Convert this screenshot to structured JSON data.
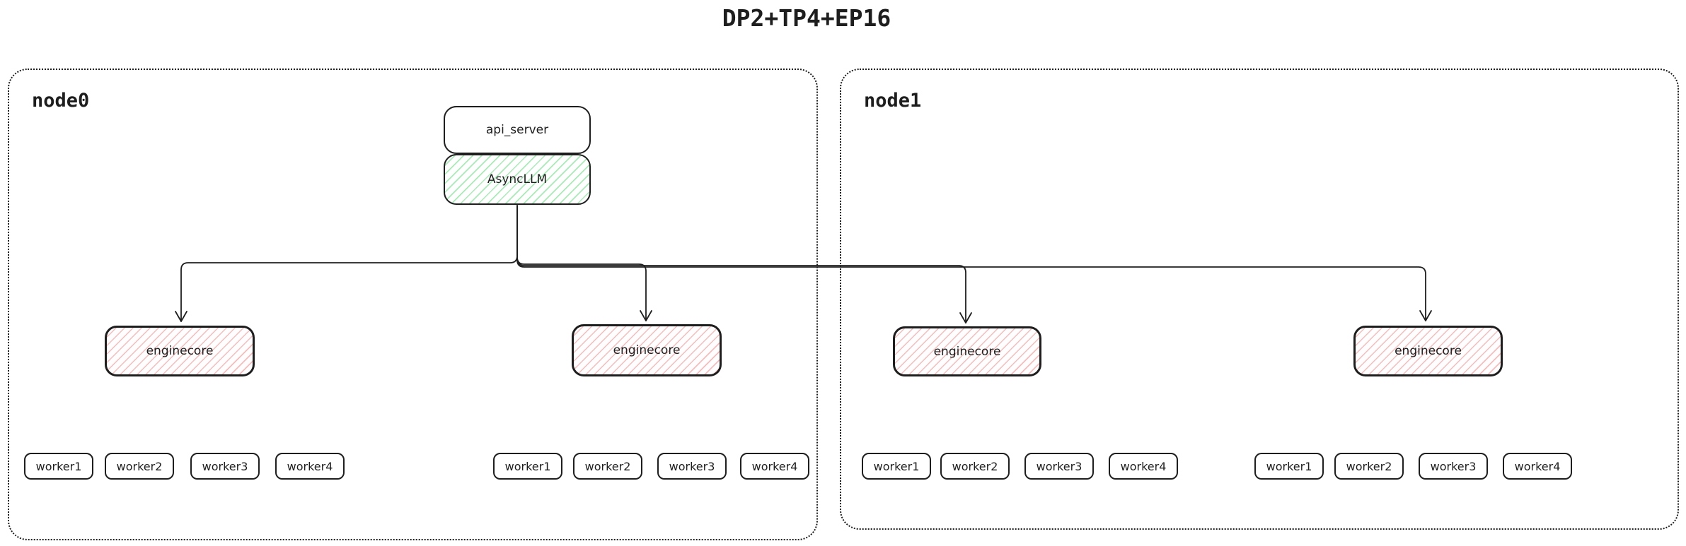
{
  "title": "DP2+TP4+EP16",
  "nodes": {
    "node0": {
      "label": "node0"
    },
    "node1": {
      "label": "node1"
    }
  },
  "stack": {
    "api_server": "api_server",
    "async_llm": "AsyncLLM"
  },
  "enginecore": {
    "label": "enginecore"
  },
  "workers": [
    "worker1",
    "worker2",
    "worker3",
    "worker4"
  ],
  "colors": {
    "stroke": "#1e1e1e",
    "green_hatch": "#a7ecb5",
    "red_hatch": "#f7bcbc",
    "background": "#ffffff"
  }
}
